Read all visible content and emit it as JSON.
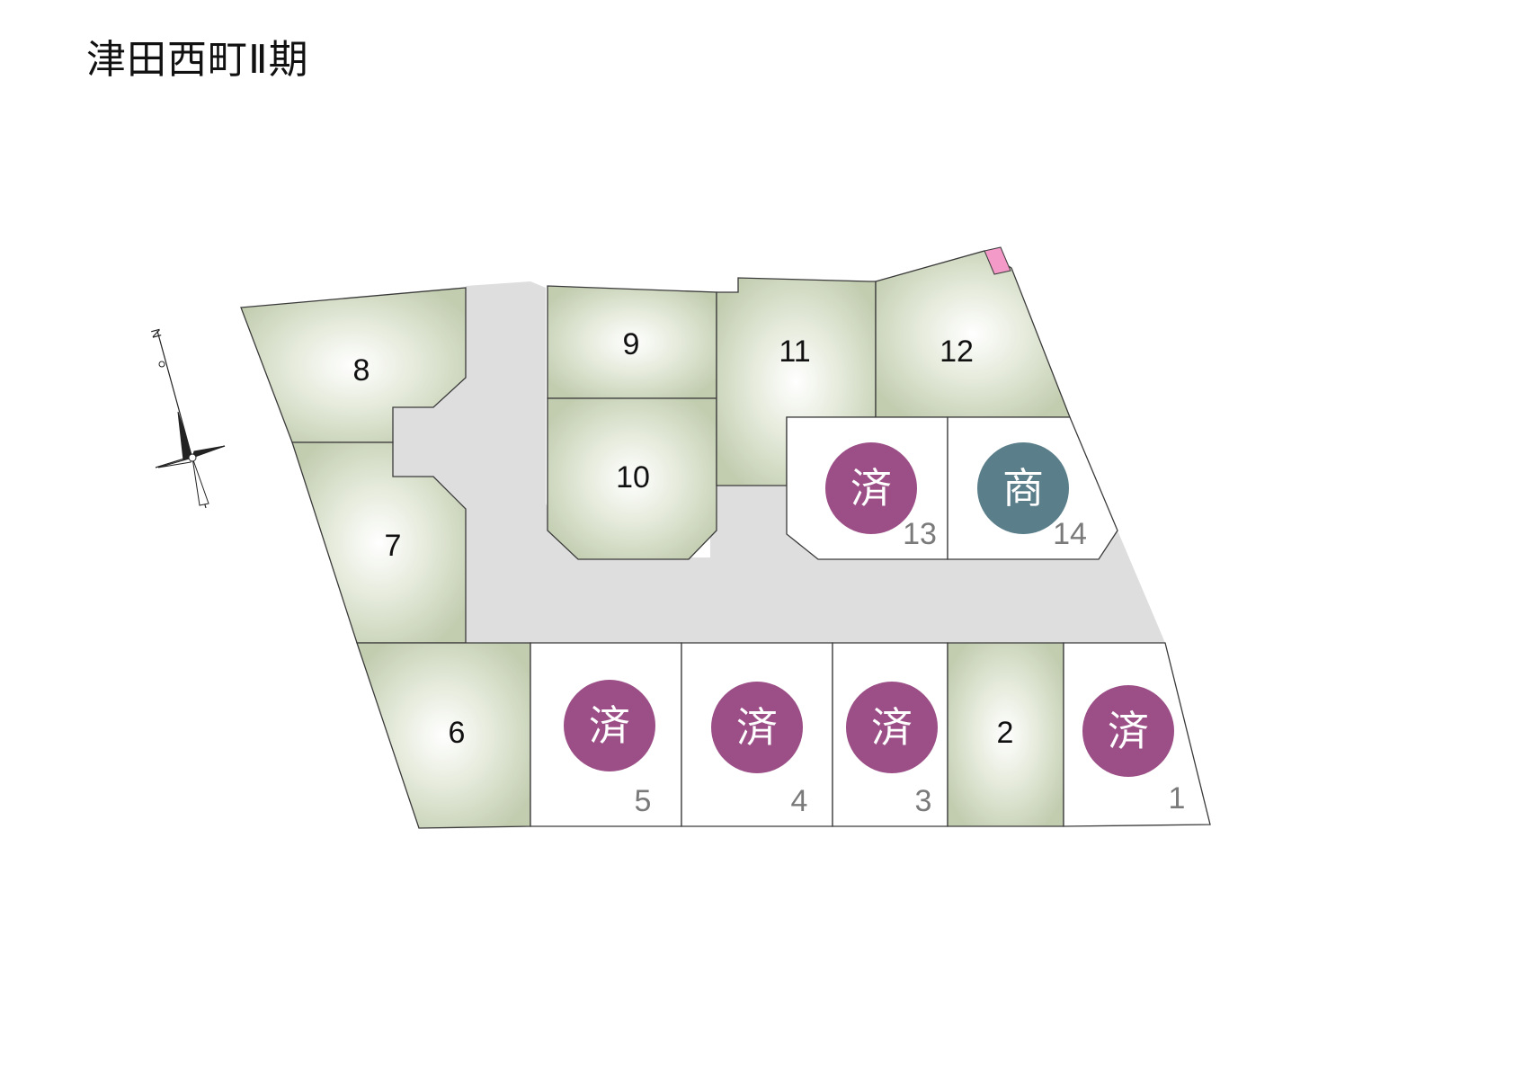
{
  "title": "津田西町Ⅱ期",
  "compass": {
    "label": "N"
  },
  "colors": {
    "available_lot": "#c2cdb0",
    "available_center": "#ffffff",
    "sold_badge": "#9b4f86",
    "business_badge": "#5b7f8a",
    "road": "#dedede",
    "marker": "#f39ac8"
  },
  "badges": {
    "sold": "済",
    "business": "商"
  },
  "lots": {
    "l1": {
      "number": "1",
      "status": "sold"
    },
    "l2": {
      "number": "2",
      "status": "available"
    },
    "l3": {
      "number": "3",
      "status": "sold"
    },
    "l4": {
      "number": "4",
      "status": "sold"
    },
    "l5": {
      "number": "5",
      "status": "sold"
    },
    "l6": {
      "number": "6",
      "status": "available"
    },
    "l7": {
      "number": "7",
      "status": "available"
    },
    "l8": {
      "number": "8",
      "status": "available"
    },
    "l9": {
      "number": "9",
      "status": "available"
    },
    "l10": {
      "number": "10",
      "status": "available"
    },
    "l11": {
      "number": "11",
      "status": "available"
    },
    "l12": {
      "number": "12",
      "status": "available"
    },
    "l13": {
      "number": "13",
      "status": "sold"
    },
    "l14": {
      "number": "14",
      "status": "business"
    }
  }
}
